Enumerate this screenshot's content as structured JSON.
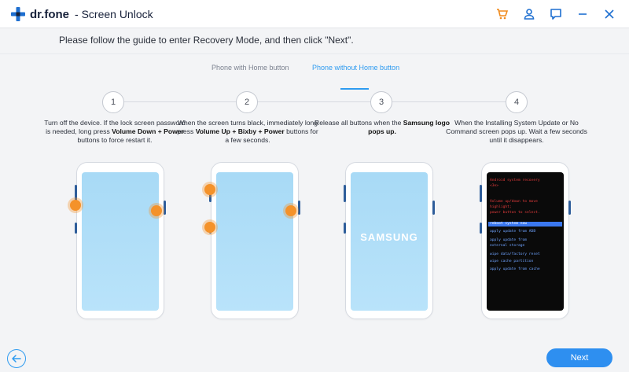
{
  "app": {
    "brand": "dr.fone",
    "title": "- Screen Unlock"
  },
  "toolbar": {
    "icons": [
      "cart-icon",
      "account-icon",
      "feedback-icon",
      "minimize-icon",
      "close-icon"
    ]
  },
  "instruction": "Please follow the guide to enter Recovery Mode, and then click \"Next\".",
  "tabs": [
    {
      "label": "Phone with Home button",
      "active": false
    },
    {
      "label": "Phone without Home button",
      "active": true
    }
  ],
  "steps": [
    {
      "number": "1",
      "text_parts": [
        "Turn off the device. If the lock screen password is needed, long press ",
        "Volume Down + Power",
        " buttons to force restart it."
      ]
    },
    {
      "number": "2",
      "text_parts": [
        "When the screen turns black, immediately long press ",
        "Volume Up + Bixby + Power",
        " buttons for a few seconds."
      ]
    },
    {
      "number": "3",
      "text_parts": [
        "Release all buttons when the ",
        "Samsung logo pops up.",
        ""
      ]
    },
    {
      "number": "4",
      "text_parts": [
        "When the Installing System Update or No Command screen pops up. Wait a few seconds until it disappears.",
        "",
        ""
      ]
    }
  ],
  "phone3": {
    "logo": "SAMSUNG"
  },
  "recovery": {
    "red_lines": [
      "Android system recovery",
      "<3e>",
      "",
      "Volume up/down to move",
      "highlight;",
      "power button to select."
    ],
    "selected": "reboot system now",
    "menu": [
      "apply update from ADB",
      "apply update from",
      "external storage",
      "wipe data/factory reset",
      "wipe cache partition",
      "apply update from cache"
    ]
  },
  "buttons": {
    "back": "back-arrow-icon",
    "next": "Next"
  },
  "colors": {
    "accent": "#2e8ff0",
    "indicator": "#f4922a",
    "screen": "#a8daf6",
    "recovery_select": "#3b78f0"
  }
}
